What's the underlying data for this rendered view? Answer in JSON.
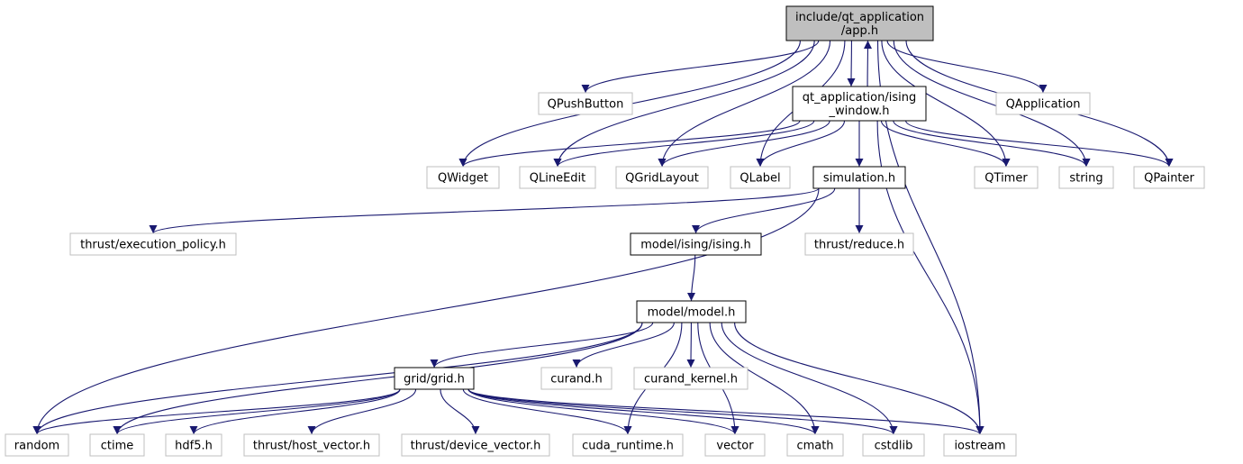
{
  "colors": {
    "edge": "#191970",
    "root_fill": "#bfbfbf",
    "local_border": "#000000",
    "external_border": "#bfbfbf"
  },
  "nodes": {
    "app": {
      "label": [
        "include/qt_application",
        "/app.h"
      ],
      "kind": "main"
    },
    "ising_window": {
      "label": [
        "qt_application/ising",
        "_window.h"
      ],
      "kind": "local"
    },
    "qpushbutton": {
      "label": [
        "QPushButton"
      ],
      "kind": "ext"
    },
    "qapplication": {
      "label": [
        "QApplication"
      ],
      "kind": "ext"
    },
    "qwidget": {
      "label": [
        "QWidget"
      ],
      "kind": "ext"
    },
    "qlineedit": {
      "label": [
        "QLineEdit"
      ],
      "kind": "ext"
    },
    "qgridlayout": {
      "label": [
        "QGridLayout"
      ],
      "kind": "ext"
    },
    "qlabel": {
      "label": [
        "QLabel"
      ],
      "kind": "ext"
    },
    "simulation": {
      "label": [
        "simulation.h"
      ],
      "kind": "local"
    },
    "qtimer": {
      "label": [
        "QTimer"
      ],
      "kind": "ext"
    },
    "string": {
      "label": [
        "string"
      ],
      "kind": "ext"
    },
    "qpainter": {
      "label": [
        "QPainter"
      ],
      "kind": "ext"
    },
    "thrust_exec": {
      "label": [
        "thrust/execution_policy.h"
      ],
      "kind": "ext"
    },
    "ising": {
      "label": [
        "model/ising/ising.h"
      ],
      "kind": "local"
    },
    "thrust_reduce": {
      "label": [
        "thrust/reduce.h"
      ],
      "kind": "ext"
    },
    "model": {
      "label": [
        "model/model.h"
      ],
      "kind": "local"
    },
    "grid": {
      "label": [
        "grid/grid.h"
      ],
      "kind": "local"
    },
    "curand": {
      "label": [
        "curand.h"
      ],
      "kind": "ext"
    },
    "curand_kernel": {
      "label": [
        "curand_kernel.h"
      ],
      "kind": "ext"
    },
    "random": {
      "label": [
        "random"
      ],
      "kind": "ext"
    },
    "ctime": {
      "label": [
        "ctime"
      ],
      "kind": "ext"
    },
    "hdf5": {
      "label": [
        "hdf5.h"
      ],
      "kind": "ext"
    },
    "host_vector": {
      "label": [
        "thrust/host_vector.h"
      ],
      "kind": "ext"
    },
    "device_vector": {
      "label": [
        "thrust/device_vector.h"
      ],
      "kind": "ext"
    },
    "cuda_runtime": {
      "label": [
        "cuda_runtime.h"
      ],
      "kind": "ext"
    },
    "vector": {
      "label": [
        "vector"
      ],
      "kind": "ext"
    },
    "cmath": {
      "label": [
        "cmath"
      ],
      "kind": "ext"
    },
    "cstdlib": {
      "label": [
        "cstdlib"
      ],
      "kind": "ext"
    },
    "iostream": {
      "label": [
        "iostream"
      ],
      "kind": "ext"
    }
  },
  "edges": [
    [
      "app",
      "ising_window"
    ],
    [
      "ising_window",
      "app"
    ],
    [
      "app",
      "qpushbutton"
    ],
    [
      "app",
      "qapplication"
    ],
    [
      "app",
      "qwidget"
    ],
    [
      "app",
      "qlineedit"
    ],
    [
      "app",
      "qgridlayout"
    ],
    [
      "app",
      "qlabel"
    ],
    [
      "app",
      "qtimer"
    ],
    [
      "app",
      "string"
    ],
    [
      "app",
      "qpainter"
    ],
    [
      "app",
      "iostream"
    ],
    [
      "ising_window",
      "qwidget"
    ],
    [
      "ising_window",
      "qlineedit"
    ],
    [
      "ising_window",
      "qgridlayout"
    ],
    [
      "ising_window",
      "qlabel"
    ],
    [
      "ising_window",
      "simulation"
    ],
    [
      "ising_window",
      "qtimer"
    ],
    [
      "ising_window",
      "string"
    ],
    [
      "ising_window",
      "qpainter"
    ],
    [
      "ising_window",
      "iostream"
    ],
    [
      "simulation",
      "thrust_exec"
    ],
    [
      "simulation",
      "ising"
    ],
    [
      "simulation",
      "thrust_reduce"
    ],
    [
      "simulation",
      "random"
    ],
    [
      "ising",
      "model"
    ],
    [
      "model",
      "grid"
    ],
    [
      "model",
      "curand"
    ],
    [
      "model",
      "curand_kernel"
    ],
    [
      "model",
      "random"
    ],
    [
      "model",
      "ctime"
    ],
    [
      "model",
      "cuda_runtime"
    ],
    [
      "model",
      "vector"
    ],
    [
      "model",
      "cmath"
    ],
    [
      "model",
      "cstdlib"
    ],
    [
      "model",
      "iostream"
    ],
    [
      "grid",
      "random"
    ],
    [
      "grid",
      "ctime"
    ],
    [
      "grid",
      "hdf5"
    ],
    [
      "grid",
      "host_vector"
    ],
    [
      "grid",
      "device_vector"
    ],
    [
      "grid",
      "cuda_runtime"
    ],
    [
      "grid",
      "vector"
    ],
    [
      "grid",
      "cmath"
    ],
    [
      "grid",
      "cstdlib"
    ],
    [
      "grid",
      "iostream"
    ]
  ]
}
